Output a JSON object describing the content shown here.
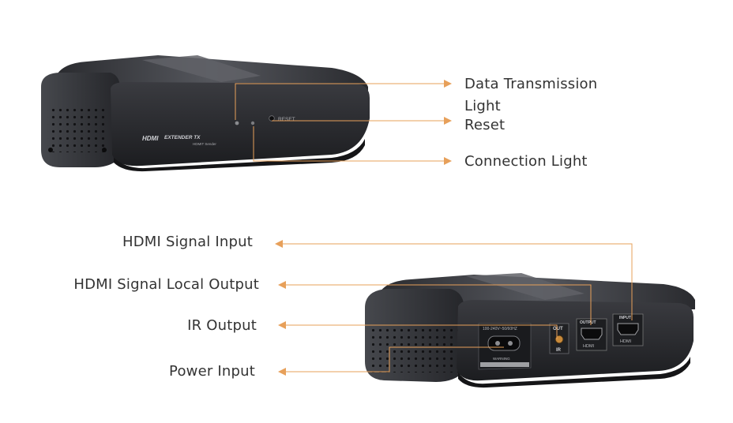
{
  "colors": {
    "callout": "#e7a05a",
    "device_body": "#2b2c30",
    "device_top": "#3a3c41",
    "label_text": "#333333"
  },
  "front_labels": {
    "data_transmission_line1": "Data Transmission",
    "data_transmission_line2": "Light",
    "reset": "Reset",
    "connection_light": "Connection Light"
  },
  "back_labels": {
    "hdmi_signal_input": "HDMI Signal Input",
    "hdmi_local_output": "HDMI Signal Local Output",
    "ir_output": "IR Output",
    "power_input": "Power Input"
  },
  "device_front": {
    "brand": "HDMI",
    "model": "EXTENDER TX",
    "subtitle": "HDMIT Sender",
    "reset_text": "RESET"
  },
  "device_back": {
    "voltage": "100-240V~50/60HZ",
    "warning": "WARNING",
    "out_label": "OUT",
    "ir_label": "IR",
    "output_label": "OUTPUT",
    "input_label": "INPUT",
    "hdmi_label_1": "HDMI",
    "hdmi_label_2": "HDMI"
  }
}
